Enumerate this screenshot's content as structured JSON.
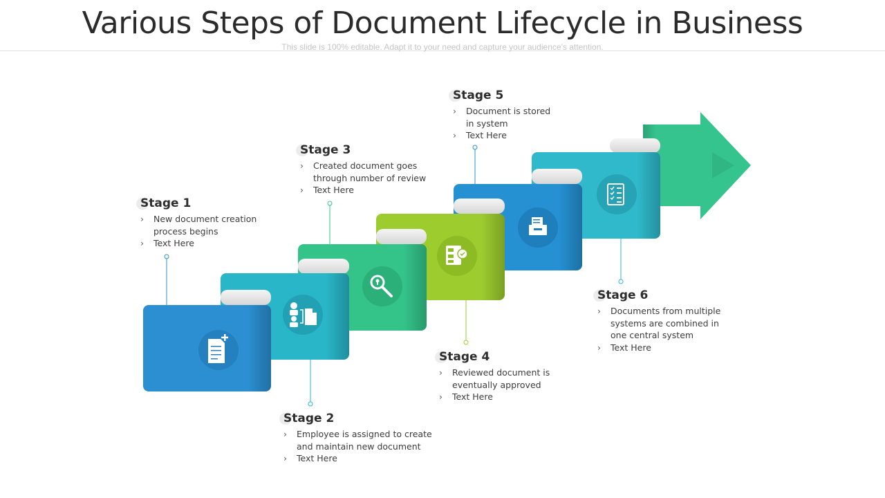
{
  "title": "Various Steps of Document Lifecycle in Business",
  "subtitle": "This slide is 100% editable. Adapt it to your need and capture your audience’s attention.",
  "stages": [
    {
      "label": "Stage 1",
      "points": [
        "New document creation process begins",
        "Text Here"
      ],
      "color": "#2b8fd1",
      "icon": "new-document-icon"
    },
    {
      "label": "Stage 2",
      "points": [
        "Employee is assigned to create and maintain new document",
        "Text Here"
      ],
      "color": "#29b6c8",
      "icon": "person-document-icon"
    },
    {
      "label": "Stage 3",
      "points": [
        "Created document goes through number of review",
        "Text Here"
      ],
      "color": "#34c48a",
      "icon": "magnifier-icon"
    },
    {
      "label": "Stage 4",
      "points": [
        "Reviewed document is eventually approved",
        "Text Here"
      ],
      "color": "#9ccc2e",
      "icon": "approval-icon"
    },
    {
      "label": "Stage 5",
      "points": [
        "Document is  stored in system",
        "Text Here"
      ],
      "color": "#2590d2",
      "icon": "storage-box-icon"
    },
    {
      "label": "Stage 6",
      "points": [
        "Documents from multiple systems are combined in one central system",
        "Text Here"
      ],
      "color": "#2fb9cb",
      "icon": "checklist-icon"
    }
  ],
  "arrow_color": "#36c48e"
}
